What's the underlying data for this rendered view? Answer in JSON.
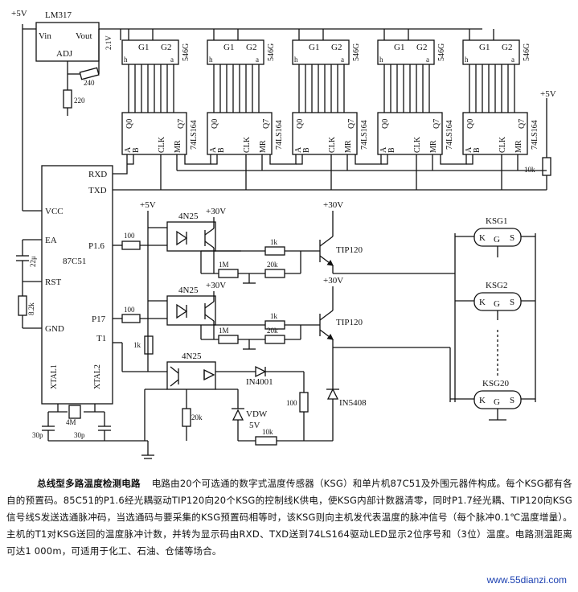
{
  "labels": {
    "p5v_top": "+5V",
    "lm317": "LM317",
    "vin": "Vin",
    "vout": "Vout",
    "adj": "ADJ",
    "v21": "2.1V",
    "r240": "240",
    "r220": "220",
    "g1": "G1",
    "g2": "G2",
    "seg_h": "h",
    "seg_a": "a",
    "chip546g": "546G",
    "q0": "Q0",
    "q7": "Q7",
    "pin_a": "A",
    "pin_b": "B",
    "clk": "CLK",
    "mr": "MR",
    "chip74ls164": "74LS164",
    "p5v_right": "+5V",
    "r10k": "10k",
    "rxd": "RXD",
    "txd": "TXD",
    "vcc": "VCC",
    "ea": "EA",
    "mcu": "87C51",
    "cap22u": "22μ",
    "rst": "RST",
    "r82k": "8.2k",
    "gnd": "GND",
    "xtal1": "XTAL1",
    "xtal2": "XTAL2",
    "crystal": "4M",
    "c30p_left": "30p",
    "c30p_right": "30p",
    "p5v_mid": "+5V",
    "p30v": "+30V",
    "opto": "4N25",
    "p16": "P1.6",
    "p17": "P17",
    "t1": "T1",
    "r100": "100",
    "r1k": "1k",
    "r1m": "1M",
    "r20k": "20k",
    "tip120": "TIP120",
    "ksg1": "KSG1",
    "ksg2": "KSG2",
    "ksg20": "KSG20",
    "pin_k": "K",
    "pin_g": "G",
    "pin_s": "S",
    "in4001": "IN4001",
    "in5408": "IN5408",
    "vdw": "VDW",
    "v5": "5V",
    "r10k_b": "10k"
  },
  "caption": {
    "title": "总线型多路温度检测电路",
    "body": "电路由20个可选通的数字式温度传感器（KSG）和单片机87C51及外围元器件构成。每个KSG都有各自的预置码。85C51的P1.6经光耦驱动TIP120向20个KSG的控制线K供电，使KSG内部计数器清零，同时P1.7经光耦、TIP120向KSG信号线S发送选通脉冲码，当选通码与要采集的KSG预置码相等时，该KSG则向主机发代表温度的脉冲信号（每个脉冲0.1℃温度增量）。主机的T1对KSG送回的温度脉冲计数，并转为显示码由RXD、TXD送到74LS164驱动LED显示2位序号和（3位）温度。电路测温距离可达1 000m，可适用于化工、石油、仓储等场合。"
  },
  "watermark": "www.55dianzi.com"
}
